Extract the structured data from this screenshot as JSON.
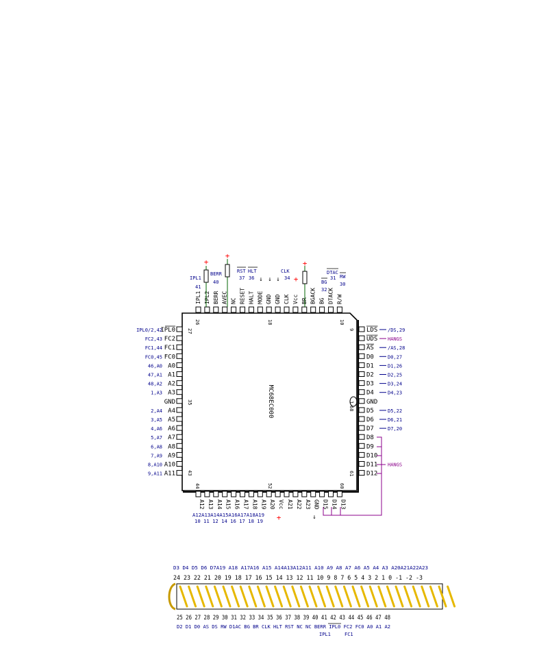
{
  "chip": {
    "name": "MC68EC000",
    "corner_numbers": {
      "top_right": "10",
      "top_left": "26",
      "left_top": "27",
      "left_bottom": "43",
      "bottom_left": "44",
      "bottom_right": "60",
      "right_bottom": "61",
      "right_top": "9",
      "left_mid": "35",
      "right_mid_a": "1",
      "right_mid_b": "68",
      "top_mid": "18",
      "bottom_mid": "52"
    }
  },
  "top_pins": [
    "IPL1",
    "IPL2",
    "BERR",
    "AVEC",
    "NC",
    "RESET",
    "HALT",
    "MODE",
    "GND",
    "GND",
    "CLK",
    "Vcc",
    "BR",
    "BGACK",
    "BG",
    "DTACK",
    "R/W"
  ],
  "top_annotations": [
    {
      "text": "IPL1",
      "sub": "41"
    },
    {
      "text": "BERR",
      "sub": "40"
    },
    {
      "text": "RST",
      "sub": "37"
    },
    {
      "text": "HLT",
      "sub": "36"
    },
    {
      "text": "CLK",
      "sub": "34"
    },
    {
      "text": "BG",
      "sub": "32"
    },
    {
      "text": "DTAC",
      "sub": "31"
    },
    {
      "text": "RW",
      "sub": "30"
    }
  ],
  "left_pins": [
    {
      "pin": "IPL0",
      "net": "IPL0/2,42"
    },
    {
      "pin": "FC2",
      "net": "FC2,43"
    },
    {
      "pin": "FC1",
      "net": "FC1,44"
    },
    {
      "pin": "FC0",
      "net": "FC0,45"
    },
    {
      "pin": "A0",
      "net": "46,A0"
    },
    {
      "pin": "A1",
      "net": "47,A1"
    },
    {
      "pin": "A2",
      "net": "48,A2"
    },
    {
      "pin": "A3",
      "net": "1,A3"
    },
    {
      "pin": "GND",
      "net": ""
    },
    {
      "pin": "A4",
      "net": "2,A4"
    },
    {
      "pin": "A5",
      "net": "3,A5"
    },
    {
      "pin": "A6",
      "net": "4,A6"
    },
    {
      "pin": "A7",
      "net": "5,A7"
    },
    {
      "pin": "A8",
      "net": "6,A8"
    },
    {
      "pin": "A9",
      "net": "7,A9"
    },
    {
      "pin": "A10",
      "net": "8,A10"
    },
    {
      "pin": "A11",
      "net": "9,A11"
    }
  ],
  "right_pins": [
    {
      "pin": "LDS",
      "net": "/DS,29"
    },
    {
      "pin": "UDS",
      "net": "HANGS"
    },
    {
      "pin": "AS",
      "net": "/AS,28"
    },
    {
      "pin": "D0",
      "net": "D0,27"
    },
    {
      "pin": "D1",
      "net": "D1,26"
    },
    {
      "pin": "D2",
      "net": "D2,25"
    },
    {
      "pin": "D3",
      "net": "D3,24"
    },
    {
      "pin": "D4",
      "net": "D4,23"
    },
    {
      "pin": "GND",
      "net": ""
    },
    {
      "pin": "D5",
      "net": "D5,22"
    },
    {
      "pin": "D6",
      "net": "D6,21"
    },
    {
      "pin": "D7",
      "net": "D7,20"
    },
    {
      "pin": "D8",
      "net": ""
    },
    {
      "pin": "D9",
      "net": ""
    },
    {
      "pin": "D10",
      "net": ""
    },
    {
      "pin": "D11",
      "net": "HANGS"
    },
    {
      "pin": "D12",
      "net": ""
    }
  ],
  "bottom_pins": [
    "A12",
    "A13",
    "A14",
    "A15",
    "A16",
    "A17",
    "A18",
    "A19",
    "A20",
    "Vcc",
    "A21",
    "A22",
    "A23",
    "GND",
    "D15",
    "D14",
    "D13"
  ],
  "bottom_labels": {
    "names": "A12A13A14A15A16A17A18A19",
    "numbers": "10 11 12 14 16 17 18 19"
  },
  "connector": {
    "top_names": "D3  D4  D5  D6  D7A19  A18  A17A16   A15   A14A13A12A11 A10 A9  A8  A7  A6  A5  A4   A3  A20A21A22A23",
    "top_numbers": "24  23  22  21  20  19  18  17  16  15  14  13  12  11  10   9   8   7   6   5   4   3   2   1   0  -1  -2  -3",
    "bottom_numbers": "25  26  27  28  29  30  31  32  33  34  35  36  37  38  39  40  41  42  43  44  45  46  47  48",
    "bottom_names": "D2  D1  D0  AS  DS  RW  D1AC  BG  BR  CLK   HLT  RST  NC  NC  BERR  IPL0  FC2  FC0  A0  A1  A2",
    "sub_names": [
      "IPL1",
      "FC1"
    ]
  },
  "colors": {
    "chip": "#000000",
    "net": "#00008b",
    "hangs": "#8b008b",
    "vcc": "#ff0000",
    "pad": "#000000",
    "connector_pin": "#e6b800",
    "connector_edge": "#c79a00"
  }
}
